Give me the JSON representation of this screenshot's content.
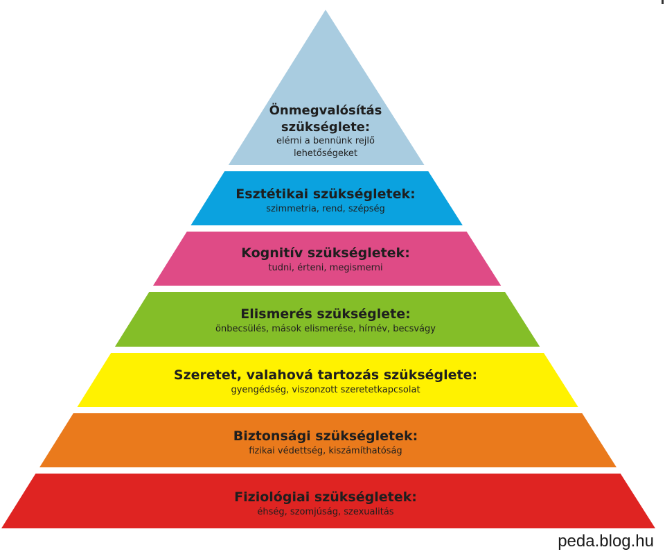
{
  "tiers": [
    {
      "title_lines": [
        "Önmegvalósítás",
        "szükséglete:"
      ],
      "sub_lines": [
        "elérni a bennünk rejlő",
        "lehetőségeket"
      ],
      "color": "#a9cce0"
    },
    {
      "title_lines": [
        "Esztétikai szükségletek:"
      ],
      "sub_lines": [
        "szimmetria, rend, szépség"
      ],
      "color": "#0ba2df"
    },
    {
      "title_lines": [
        "Kognitív szükségletek:"
      ],
      "sub_lines": [
        "tudni, érteni, megismerni"
      ],
      "color": "#df4b86"
    },
    {
      "title_lines": [
        "Elismerés szükséglete:"
      ],
      "sub_lines": [
        "önbecsülés, mások elismerése, hírnév, becsvágy"
      ],
      "color": "#84be28"
    },
    {
      "title_lines": [
        "Szeretet, valahová tartozás szükséglete:"
      ],
      "sub_lines": [
        "gyengédség, viszonzott szeretetkapcsolat"
      ],
      "color": "#fff200"
    },
    {
      "title_lines": [
        "Biztonsági szükségletek:"
      ],
      "sub_lines": [
        "fizikai védettség, kiszámíthatóság"
      ],
      "color": "#ea7a1c"
    },
    {
      "title_lines": [
        "Fiziológiai szükségletek:"
      ],
      "sub_lines": [
        "éhség, szomjúság, szexualitás"
      ],
      "color": "#df2422"
    }
  ],
  "watermark": "peda.blog.hu"
}
